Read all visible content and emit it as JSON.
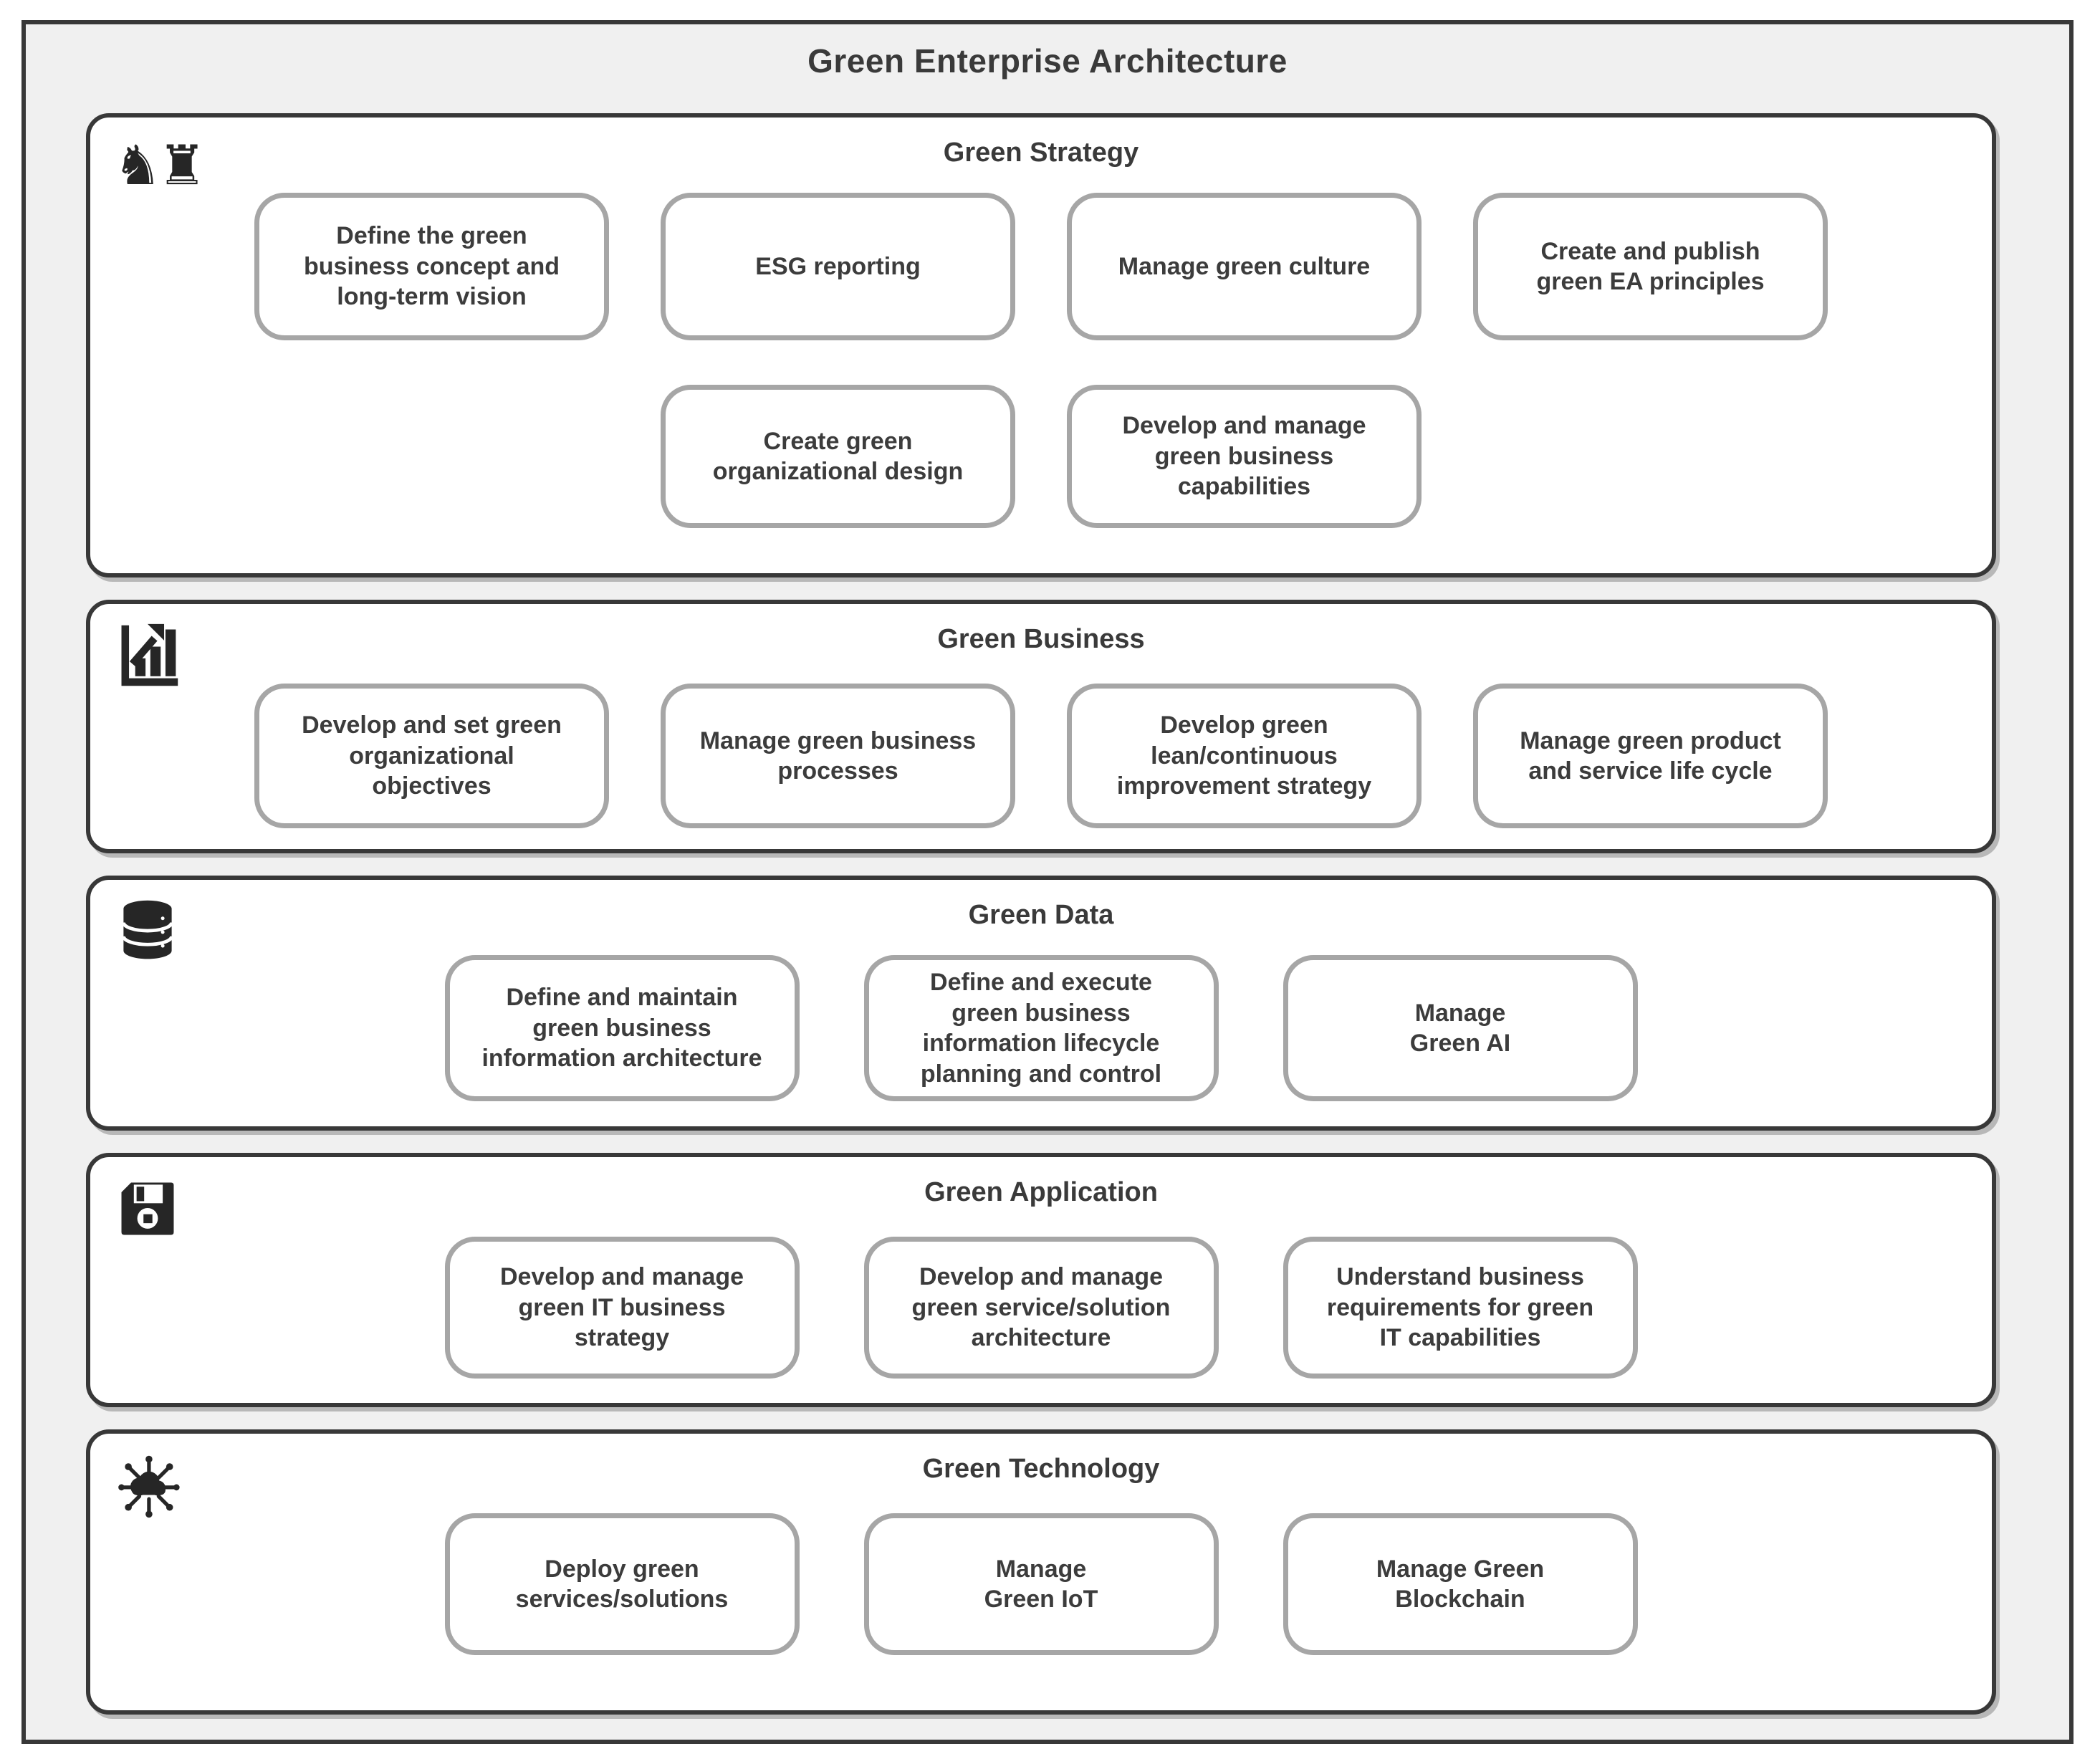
{
  "title": "Green Enterprise Architecture",
  "colors": {
    "frame_border": "#383838",
    "section_border": "#383838",
    "box_border": "#a6a6a6",
    "canvas_background": "#f0f0f0",
    "text": "#3c3c3c",
    "icon": "#262626"
  },
  "sections": [
    {
      "label": "Green Strategy",
      "icon": "chess-pieces-icon",
      "icon_glyph": "♞♜",
      "rows": [
        [
          {
            "label": "Define the green\nbusiness concept and\nlong-term vision"
          },
          {
            "label": "ESG reporting"
          },
          {
            "label": "Manage green culture"
          },
          {
            "label": "Create and publish\ngreen EA principles"
          }
        ],
        [
          {
            "label": "Create green\norganizational design"
          },
          {
            "label": "Develop and manage\ngreen business\ncapabilities"
          }
        ]
      ]
    },
    {
      "label": "Green Business",
      "icon": "bar-chart-icon",
      "rows": [
        [
          {
            "label": "Develop and set green\norganizational\nobjectives"
          },
          {
            "label": "Manage green business\nprocesses"
          },
          {
            "label": "Develop green\nlean/continuous\nimprovement strategy"
          },
          {
            "label": "Manage green product\nand service life cycle"
          }
        ]
      ]
    },
    {
      "label": "Green Data",
      "icon": "database-icon",
      "rows": [
        [
          {
            "label": "Define and maintain\ngreen business\ninformation architecture"
          },
          {
            "label": "Define and execute\ngreen business\ninformation lifecycle\nplanning and control"
          },
          {
            "label": "Manage\nGreen AI"
          }
        ]
      ]
    },
    {
      "label": "Green Application",
      "icon": "floppy-disk-icon",
      "rows": [
        [
          {
            "label": "Develop and manage\ngreen IT business\nstrategy"
          },
          {
            "label": "Develop and manage\ngreen service/solution\narchitecture"
          },
          {
            "label": "Understand business\nrequirements for green\nIT capabilities"
          }
        ]
      ]
    },
    {
      "label": "Green Technology",
      "icon": "iot-cloud-icon",
      "rows": [
        [
          {
            "label": "Deploy green\nservices/solutions"
          },
          {
            "label": "Manage\nGreen IoT"
          },
          {
            "label": "Manage Green\nBlockchain"
          }
        ]
      ]
    }
  ]
}
